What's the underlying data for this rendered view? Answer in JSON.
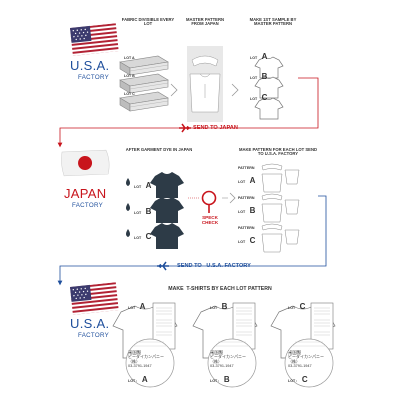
{
  "colors": {
    "usa_blue": "#1f4f9c",
    "japan_red": "#c8141c",
    "shirt_dark": "#2d3b47",
    "arrow_red": "#c8141c",
    "arrow_blue": "#1f4f9c"
  },
  "section1": {
    "factory_main": "U.S.A.",
    "factory_sub": "FACTORY",
    "col1_title": "FABRIC DIVISIBLE EVERY LOT",
    "col2_title": "MASTER PATTERN FROM JAPAN",
    "col3_title": "MAKE 1ST SAMPLE BY MASTER PATTERN",
    "lot_labels": [
      "LOT A",
      "LOT B",
      "LOT C"
    ],
    "sample_lots": [
      {
        "prefix": "LOT",
        "letter": "A"
      },
      {
        "prefix": "LOT",
        "letter": "B"
      },
      {
        "prefix": "LOT",
        "letter": "C"
      }
    ]
  },
  "send_to_japan": "SEND TO JAPAN",
  "section2": {
    "factory_main": "JAPAN",
    "factory_sub": "FACTORY",
    "col1_title": "AFTER GARMENT DYE IN JAPAN",
    "col2_title": "MAKE  PATTERN FOR EACH LOT SEND TO U.S.A. FACTORY",
    "dye_lots": [
      {
        "prefix": "LOT",
        "letter": "A"
      },
      {
        "prefix": "LOT",
        "letter": "B"
      },
      {
        "prefix": "LOT",
        "letter": "C"
      }
    ],
    "speck_label_line1": "SPECK",
    "speck_label_line2": "CHECK",
    "pattern_lots": [
      {
        "prefix": "PATTERN",
        "prefix2": "LOT",
        "letter": "A"
      },
      {
        "prefix": "PATTERN",
        "prefix2": "LOT",
        "letter": "B"
      },
      {
        "prefix": "PATTERN",
        "prefix2": "LOT",
        "letter": "C"
      }
    ]
  },
  "send_to_usa": "SEND TO   U.S.A. FACTORY",
  "section3": {
    "factory_main": "U.S.A.",
    "factory_sub": "FACTORY",
    "title": "MAKE  T-SHIRTS BY EACH LOT PATTERN",
    "shirts": [
      {
        "top_prefix": "LOT",
        "top_letter": "A",
        "tag_prefix": "LOT :",
        "tag_letter": "A"
      },
      {
        "top_prefix": "LOT",
        "top_letter": "B",
        "tag_prefix": "LOT :",
        "tag_letter": "B"
      },
      {
        "top_prefix": "LOT",
        "top_letter": "C",
        "tag_prefix": "LOT :",
        "tag_letter": "C"
      }
    ],
    "tag_country": "米国製",
    "tag_company": "ピーダイカンパニー（株）",
    "tag_phone": "03-3791-1947"
  }
}
